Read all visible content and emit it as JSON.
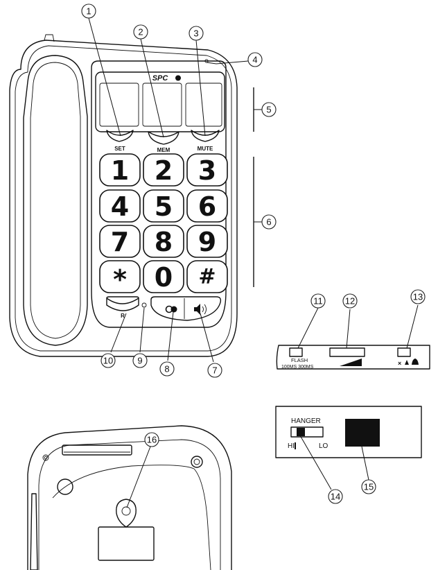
{
  "brand": "SPC",
  "buttons": {
    "set": "SET",
    "mem": "MEM",
    "mute": "MUTE",
    "redial": "R"
  },
  "keypad": [
    "1",
    "2",
    "3",
    "4",
    "5",
    "6",
    "7",
    "8",
    "9",
    "*",
    "0",
    "#"
  ],
  "switch_panel": {
    "flash_label": "FLASH",
    "flash_options": "100MS 300MS"
  },
  "hanger_panel": {
    "title": "HANGER",
    "hi": "HI",
    "lo": "LO"
  },
  "callouts": [
    "1",
    "2",
    "3",
    "4",
    "5",
    "6",
    "7",
    "8",
    "9",
    "10",
    "11",
    "12",
    "13",
    "14",
    "15",
    "16"
  ]
}
